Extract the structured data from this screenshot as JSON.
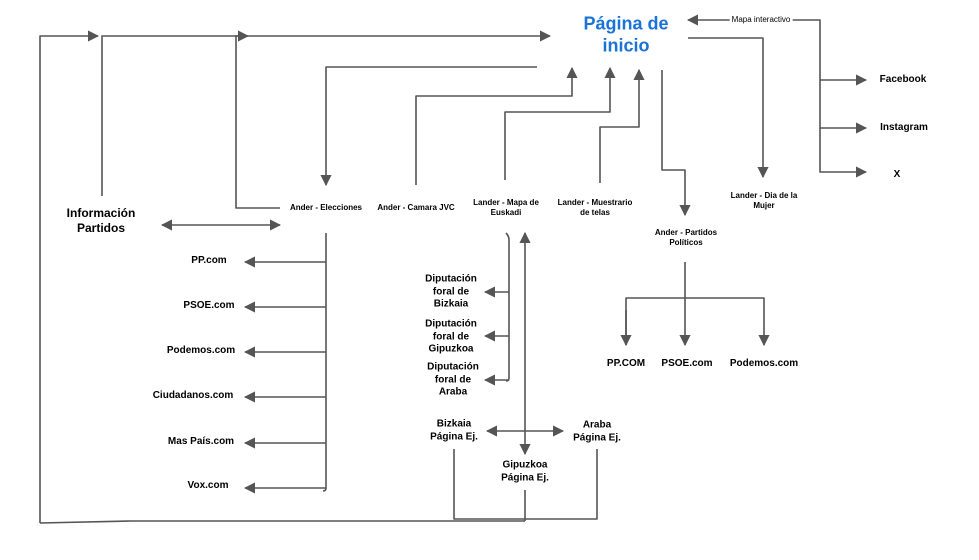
{
  "nodes": {
    "home": "Página de\ninicio",
    "mapa_interactivo": "Mapa interactivo",
    "facebook": "Facebook",
    "instagram": "Instagram",
    "x": "X",
    "informacion_partidos": "Información\nPartidos",
    "ander_elecciones": "Ander - Elecciones",
    "ander_camara": "Ander - Camara JVC",
    "lander_mapa": "Lander - Mapa de\nEuskadi",
    "lander_muestrario": "Lander - Muestrario\nde telas",
    "lander_dia_mujer": "Lander - Dia de la\nMujer",
    "ander_partidos": "Ander - Partidos\nPolíticos",
    "pp_com": "PP.com",
    "psoe_com": "PSOE.com",
    "podemos_com": "Podemos.com",
    "ciudadanos_com": "Ciudadanos.com",
    "mas_pais_com": "Mas País.com",
    "vox_com": "Vox.com",
    "dip_bizkaia": "Diputación\nforal de\nBizkaia",
    "dip_gipuzkoa": "Diputación\nforal de\nGipuzkoa",
    "dip_araba": "Diputación\nforal de\nAraba",
    "bizkaia_pagina": "Bizkaia\nPágina Ej.",
    "araba_pagina": "Araba\nPágina Ej.",
    "gipuzkoa_pagina": "Gipuzkoa\nPágina Ej.",
    "pp_com_upper": "PP.COM",
    "psoe_com_2": "PSOE.com",
    "podemos_com_2": "Podemos.com"
  },
  "colors": {
    "title": "#1a73d6",
    "connector": "#555555",
    "text": "#000000"
  }
}
